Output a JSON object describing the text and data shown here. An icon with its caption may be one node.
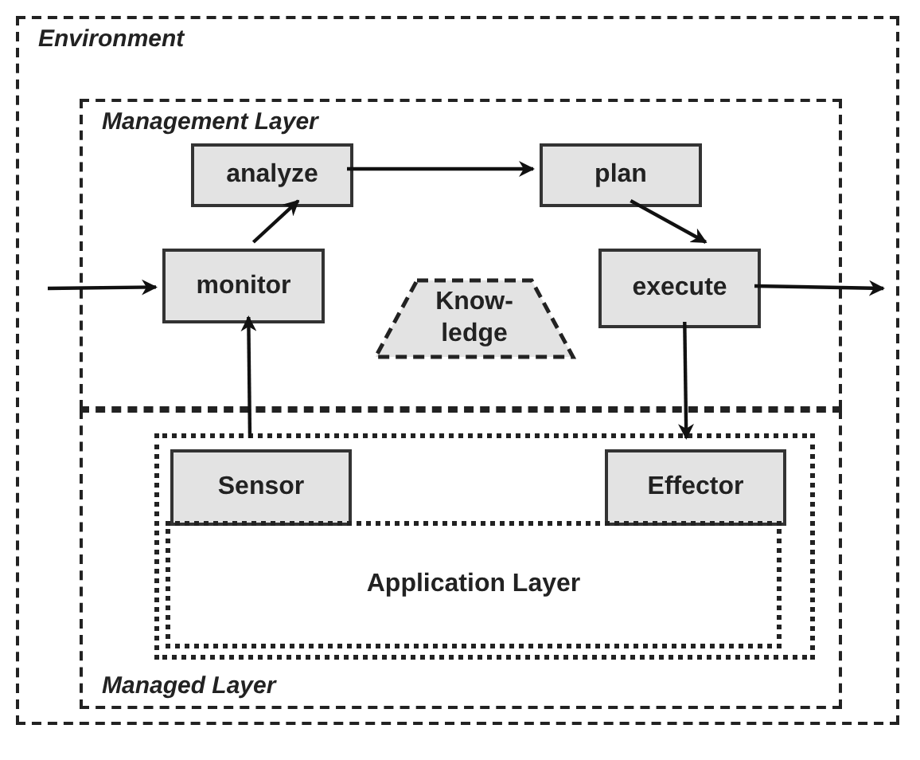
{
  "diagram": {
    "nodes": [
      {
        "text": [
          "Environment"
        ]
      },
      {
        "text": [
          "Management Layer"
        ],
        "in": 0
      },
      {
        "text": [
          "analyze"
        ],
        "in": 1
      },
      {
        "text": [
          "plan"
        ],
        "in": 1
      },
      {
        "text": [
          "Know- ledge"
        ],
        "in": 1
      },
      {
        "text": [
          "monitor"
        ],
        "in": 1
      },
      {
        "text": [
          "execute"
        ],
        "in": 1
      },
      {
        "text": [
          "Managed Layer"
        ],
        "in": 0
      },
      {
        "text": [],
        "shape": "box",
        "in": 7
      },
      {
        "text": [
          "Sensor"
        ],
        "in": 8
      },
      {
        "text": [
          "Effector"
        ],
        "in": 8
      },
      {
        "text": [
          "Application Layer"
        ],
        "in": 8
      }
    ],
    "edges": [
      {
        "from": null,
        "to": 5,
        "arrow": "to"
      },
      {
        "from": 5,
        "to": 2,
        "arrow": "to"
      },
      {
        "from": 2,
        "to": 3,
        "arrow": "to"
      },
      {
        "from": 3,
        "to": 6,
        "arrow": "to"
      },
      {
        "from": 6,
        "to": null,
        "arrow": "to"
      },
      {
        "from": 9,
        "to": 5,
        "arrow": "to"
      },
      {
        "from": 6,
        "to": 10,
        "arrow": "to"
      }
    ]
  }
}
